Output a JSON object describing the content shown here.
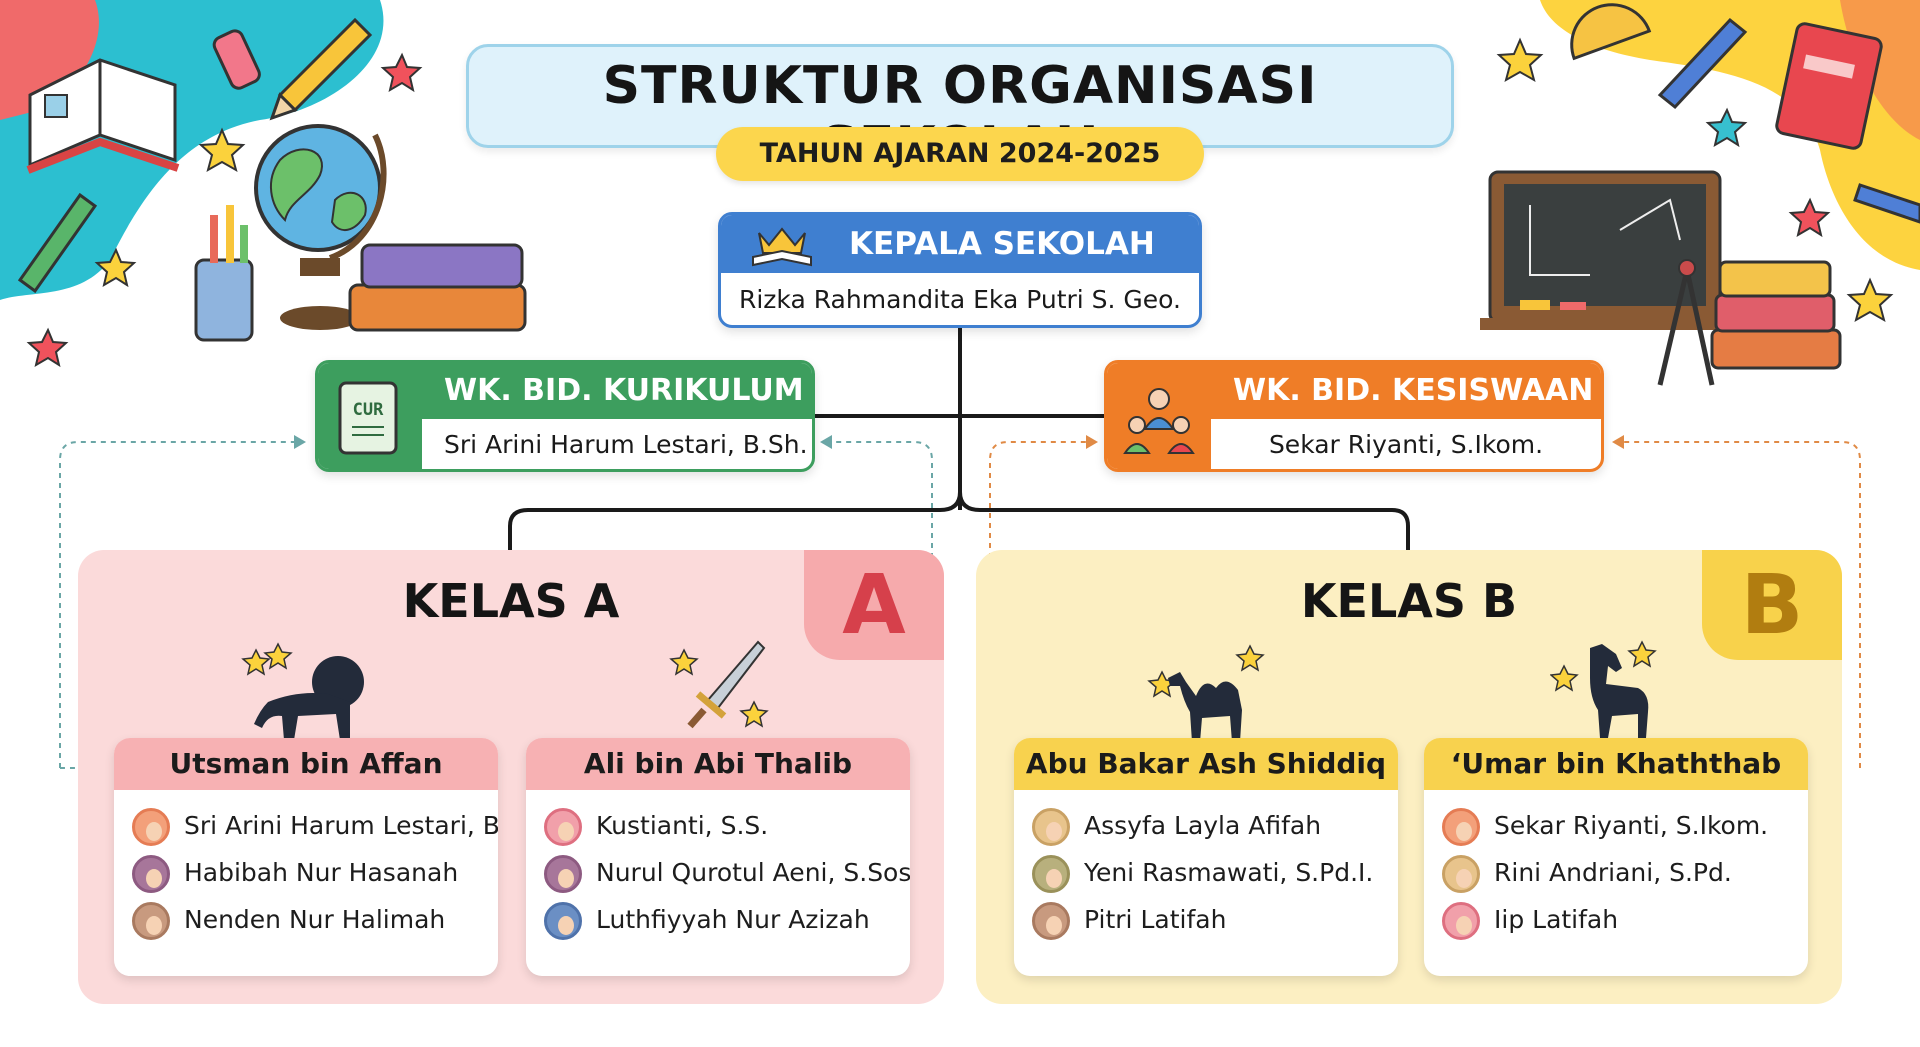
{
  "header": {
    "title": "STRUKTUR ORGANISASI SEKOLAH",
    "subtitle": "TAHUN AJARAN 2024-2025"
  },
  "kepala": {
    "role": "KEPALA SEKOLAH",
    "icon": "crown-book-icon",
    "name": "Rizka Rahmandita Eka Putri S. Geo."
  },
  "wk_kurikulum": {
    "role": "WK. BID. KURIKULUM",
    "icon": "curriculum-book-icon",
    "icon_label": "CUR",
    "name": "Sri Arini Harum Lestari, B.Sh."
  },
  "wk_kesiswaan": {
    "role": "WK. BID. KESISWAAN",
    "icon": "students-group-icon",
    "name": "Sekar Riyanti, S.Ikom."
  },
  "kelas_a": {
    "title": "KELAS A",
    "badge": "A",
    "color": "#fbdada",
    "groups": [
      {
        "name": "Utsman bin Affan",
        "icon": "lion-icon",
        "members": [
          "Sri Arini Harum Lestari, B.Sh.",
          "Habibah Nur Hasanah",
          "Nenden Nur Halimah"
        ]
      },
      {
        "name": "Ali bin Abi Thalib",
        "icon": "sword-icon",
        "members": [
          "Kustianti, S.S.",
          "Nurul Qurotul Aeni, S.Sos.",
          "Luthfiyyah Nur Azizah"
        ]
      }
    ]
  },
  "kelas_b": {
    "title": "KELAS B",
    "badge": "B",
    "color": "#fcefc2",
    "groups": [
      {
        "name": "Abu Bakar Ash Shiddiq",
        "icon": "camel-icon",
        "members": [
          "Assyfa Layla Afifah",
          "Yeni Rasmawati, S.Pd.I.",
          "Pitri Latifah"
        ]
      },
      {
        "name": "‘Umar bin Khaththab",
        "icon": "horse-icon",
        "members": [
          "Sekar Riyanti, S.Ikom.",
          "Rini Andriani, S.Pd.",
          "Iip Latifah"
        ]
      }
    ]
  }
}
